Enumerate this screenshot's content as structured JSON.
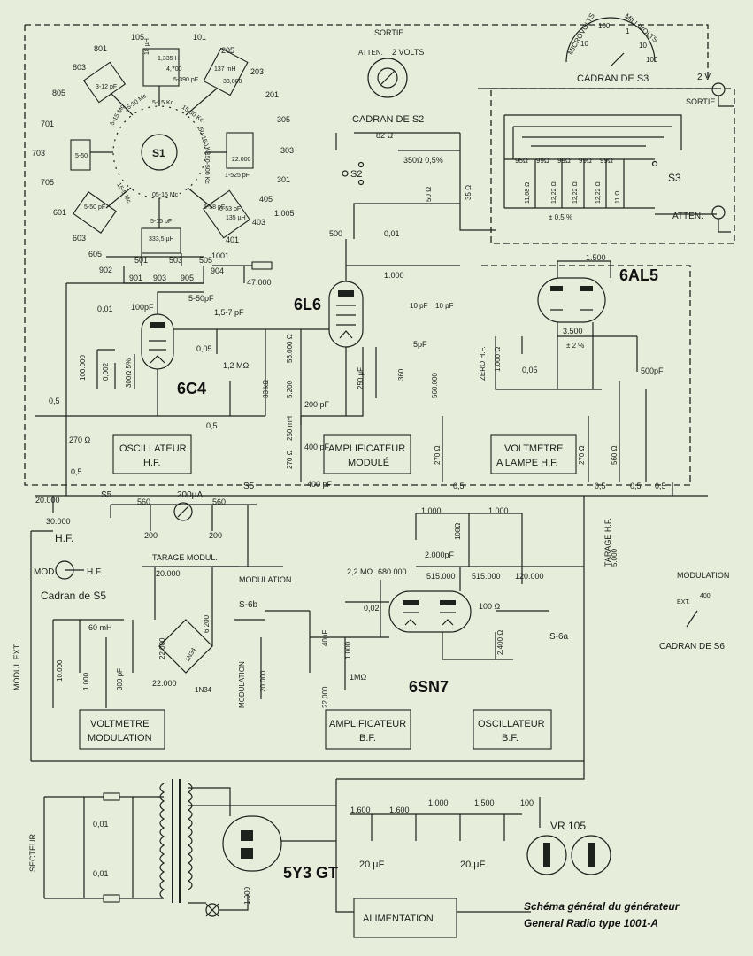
{
  "caption": {
    "line1": "Schéma général du générateur",
    "line2": "General  Radio  type  1001-A"
  },
  "tubes": {
    "osc": "6C4",
    "amp": "6L6",
    "vtvm": "6AL5",
    "bf": "6SN7",
    "rect": "5Y3 GT",
    "reg": "VR 105"
  },
  "blocks": {
    "osc_hf": [
      "OSCILLATEUR",
      "H.F."
    ],
    "amp_mod": [
      "AMPLIFICATEUR",
      "MODULÉ"
    ],
    "vtvm": [
      "VOLTMETRE",
      "A LAMPE H.F."
    ],
    "vm_mod": [
      "VOLTMETRE",
      "MODULATION"
    ],
    "amp_bf": [
      "AMPLIFICATEUR",
      "B.F."
    ],
    "osc_bf": [
      "OSCILLATEUR",
      "B.F."
    ],
    "alim": [
      "ALIMENTATION"
    ]
  },
  "dials": {
    "s2_title": "CADRAN DE S2",
    "s2_sortie": "SORTIE",
    "s2_atten": "ATTEN.",
    "s2_2v": "2 VOLTS",
    "s3_title": "CADRAN DE S3",
    "s3_micro": "MICROVOLTS",
    "s3_milli": "MILLIVOLTS",
    "s3_marks": [
      "10",
      "100",
      "1",
      "10",
      "100"
    ],
    "s5_title": "Cadran de S5",
    "s5_mod": "MOD.",
    "s5_hf": "H.F.",
    "s6_title": "CADRAN DE S6",
    "s6_mod": "MODULATION",
    "s6_ext": "EXT.",
    "s6_400": "400"
  },
  "switches": {
    "s1": "S1",
    "s2": "S2",
    "s3": "S3",
    "s5a": "S5",
    "s5b": "S5",
    "s6b": "S-6b",
    "s6a": "S-6a"
  },
  "outputs": {
    "v2": "2 V",
    "sortie": "SORTIE",
    "atten": "ATTEN.",
    "modul_ext": "MODUL EXT.",
    "secteur": "SECTEUR",
    "hf": "H.F."
  },
  "labels": {
    "modulation": "MODULATION",
    "tarage_modul": "TARAGE MODUL.",
    "tarage_hf": "TARAGE H.F.",
    "modulation_pot": "MODULATION",
    "zero_hf": "ZÉRO H.F.",
    "microamp": "200µA"
  },
  "bandswitch": {
    "terms": [
      "801",
      "803",
      "805",
      "701",
      "703",
      "705",
      "601",
      "603",
      "605",
      "105",
      "101",
      "205",
      "203",
      "201",
      "305",
      "303",
      "301",
      "405",
      "1,005",
      "403",
      "401",
      "1001",
      "902",
      "501",
      "503",
      "505",
      "904",
      "901",
      "903",
      "905"
    ],
    "coils": [
      "18 µH",
      "1,335 H",
      "4,700",
      "5-390 pF",
      "137 mH",
      "33,000",
      "1-525 pF",
      "22.000",
      "0-53 pF",
      "135 µH",
      "5-15 pF",
      "333,5 µH",
      "5-50 pF",
      "5-58 pF",
      "5-50",
      "3-12 pF"
    ],
    "ranges": [
      "5-15 Mc",
      "15-50 Mc",
      "5-15 Kc",
      "15-50 Kc",
      "50-150 Kc",
      "150-500 Kc",
      "05-15 Mc",
      "15-5 Mc"
    ],
    "r47": "47.000"
  },
  "components": {
    "c_5_50": "5-50pF",
    "c001a": "0,01",
    "c100pf": "100pF",
    "c1_5_7": "1,5-7 pF",
    "r1_2m": "1,2 MΩ",
    "c005": "0,05",
    "r100000": "100.000",
    "c0002": "0,002",
    "r300": "300Ω 5%",
    "c05a": "0,5",
    "c05b": "0,5",
    "r270a": "270 Ω",
    "c05c": "0,5",
    "r82": "82 Ω",
    "r350": "350Ω  0,5%",
    "r50": "50 Ω",
    "r35": "35 Ω",
    "c500": "500",
    "c001b": "0,01",
    "r1000a": "1.000",
    "r56000": "56.000 Ω",
    "r5200": "5.200",
    "r33k": "33 kΩ",
    "c200pf": "200 pF",
    "l250": "250 mH",
    "c400pfa": "400 pF",
    "r270b": "270 Ω",
    "c400pfb": "400 pF",
    "c250": "250 µF",
    "r360": "360",
    "c10pfa": "10 pF",
    "c10pfb": "10 pF",
    "c5pf": "5pF",
    "r560000": "560.000",
    "r1000zero": "1.000 Ω",
    "c005b": "0,05",
    "r1500a": "1.500",
    "r3500": "3.500",
    "r3500tol": "± 2 %",
    "c500pf": "500pF",
    "r270c": "270 Ω",
    "r270d": "270 Ω",
    "r560": "560 Ω",
    "r5000": "5.000",
    "c05d": "0,5",
    "c05e": "0,5",
    "c05f": "0,5",
    "c05g": "0,5",
    "r95": "95Ω",
    "r99a": "99Ω",
    "r99b": "99Ω",
    "r99c": "99Ω",
    "r99d": "99Ω",
    "r11_68": "11,68 Ω",
    "r12_22a": "12,22 Ω",
    "r12_22b": "12,22 Ω",
    "r12_22c": "12,22 Ω",
    "r11": "11 Ω",
    "atten_tol": "± 0,5 %",
    "r20000a": "20.000",
    "r30000": "30.000",
    "r560a": "560",
    "r560b": "560",
    "c200a": "200",
    "c200b": "200",
    "r20000b": "20.000",
    "l60": "60 mH",
    "r10000": "10.000",
    "c1000": "1.000",
    "c300": "300 pF",
    "r22000a": "22.000",
    "r6200": "6.200",
    "r22000b": "22.000",
    "d1n34a": "1N34",
    "d1n34b": "1N34",
    "r20000c": "20.000",
    "c40": "40µF",
    "r1000b": "1.000",
    "r1m": "1MΩ",
    "r22000c": "22.000",
    "c1000a": "1.000",
    "c1000b": "1.000",
    "r108": "108Ω",
    "c2000": "2.000pF",
    "r515a": "515.000",
    "r515b": "515.000",
    "r120000": "120.000",
    "r2_2m": "2,2 MΩ",
    "r680000": "680.000",
    "c002": "0,02",
    "r100": "100 Ω",
    "r2400": "2.400 Ω",
    "c001c": "0,01",
    "c001d": "0,01",
    "r1000c": "1.000",
    "r1600a": "1.600",
    "r1600b": "1.600",
    "r1000d": "1.000",
    "r1500b": "1.500",
    "r100b": "100",
    "c20a": "20 µF",
    "c20b": "20 µF"
  }
}
